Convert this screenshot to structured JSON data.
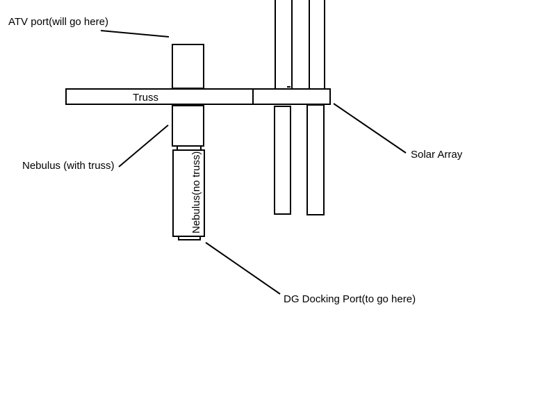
{
  "colors": {
    "background": "#ffffff",
    "stroke": "#000000",
    "text": "#000000"
  },
  "labels": {
    "atv_port": "ATV port(will go here)",
    "truss": "Truss",
    "nebulus_with_truss": "Nebulus (with truss)",
    "nebulus_no_truss": "Nebulus(no truss)",
    "solar_array": "Solar Array",
    "dg_docking_port": "DG Docking Port(to go here)"
  }
}
